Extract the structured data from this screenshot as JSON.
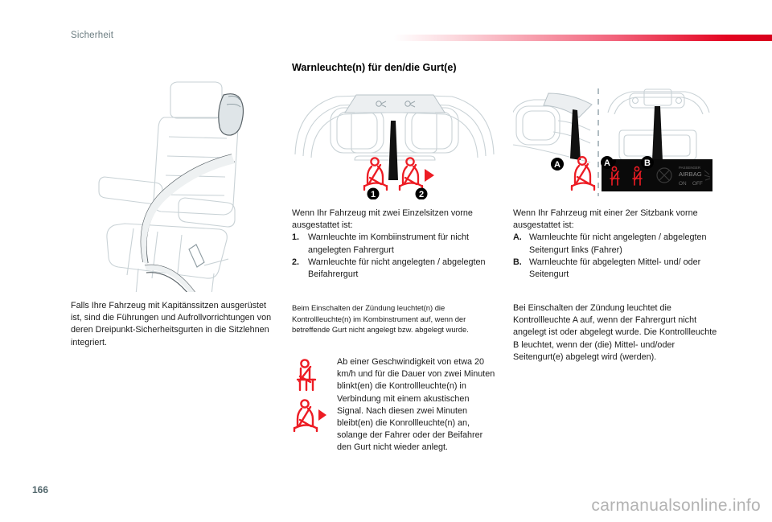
{
  "page": {
    "section": "Sicherheit",
    "number": "166",
    "watermark": "carmanualsonline.info",
    "accent_color": "#e40521",
    "section_color": "#6b7c80"
  },
  "heading": "Warnleuchte(n) für den/die Gurt(e)",
  "left_column": {
    "caption": "Falls Ihre Fahrzeug mit Kapitänssitzen ausgerüstet ist, sind die Führungen und Aufrollvorrichtungen von deren Dreipunkt-Sicherheitsgurten in die Sitzlehnen integriert.",
    "figure_name": "captain-seat-with-integrated-belt"
  },
  "middle_column": {
    "intro": "Wenn Ihr Fahrzeug mit zwei Einzelsitzen vorne ausgestattet ist:",
    "items": [
      {
        "marker": "1.",
        "text": "Warnleuchte im Kombiinstrument für nicht angelegten Fahrergurt"
      },
      {
        "marker": "2.",
        "text": "Warnleuchte für nicht angelegten / abgelegten Beifahrergurt"
      }
    ],
    "note": "Beim Einschalten der Zündung leuchtet(n) die Kontrollleuchte(n) im Kombinstrument auf, wenn der betreffende Gurt nicht angelegt bzw. abgelegt wurde.",
    "icon_note": "Ab einer Geschwindigkeit von etwa 20 km/h und für die Dauer von zwei Minuten blinkt(en) die Kontrollleuchte(n) in Verbindung mit einem akustischen Signal. Nach diesen zwei Minuten bleibt(en) die Konrollleuchte(n) an, solange der Fahrer oder der Beifahrer den Gurt nicht wieder anlegt.",
    "figure_name": "instrument-cluster-two-single-seats",
    "callouts": [
      "1",
      "2"
    ]
  },
  "right_column": {
    "intro": "Wenn Ihr Fahrzeug mit einer 2er Sitzbank vorne ausgestattet ist:",
    "items": [
      {
        "marker": "A.",
        "text": "Warnleuchte für nicht angelegten / abgelegten Seitengurt links (Fahrer)"
      },
      {
        "marker": "B.",
        "text": "Warnleuchte für abgelegten Mittel- und/ oder Seitengurt"
      }
    ],
    "note": "Bei Einschalten der Zündung leuchtet die Kontrollleuchte A auf, wenn der Fahrergurt nicht angelegt ist oder abgelegt wurde. Die Kontrollleuchte B leuchtet, wenn der (die) Mittel- und/oder Seitengurt(e) abgelegt wird (werden).",
    "figure_name": "instrument-cluster-bench-seat",
    "callouts": [
      "A",
      "B"
    ],
    "display_panel": {
      "label_top": "PASSENGER",
      "label_main": "AIRBAG",
      "label_on": "ON",
      "label_off": "OFF"
    }
  }
}
